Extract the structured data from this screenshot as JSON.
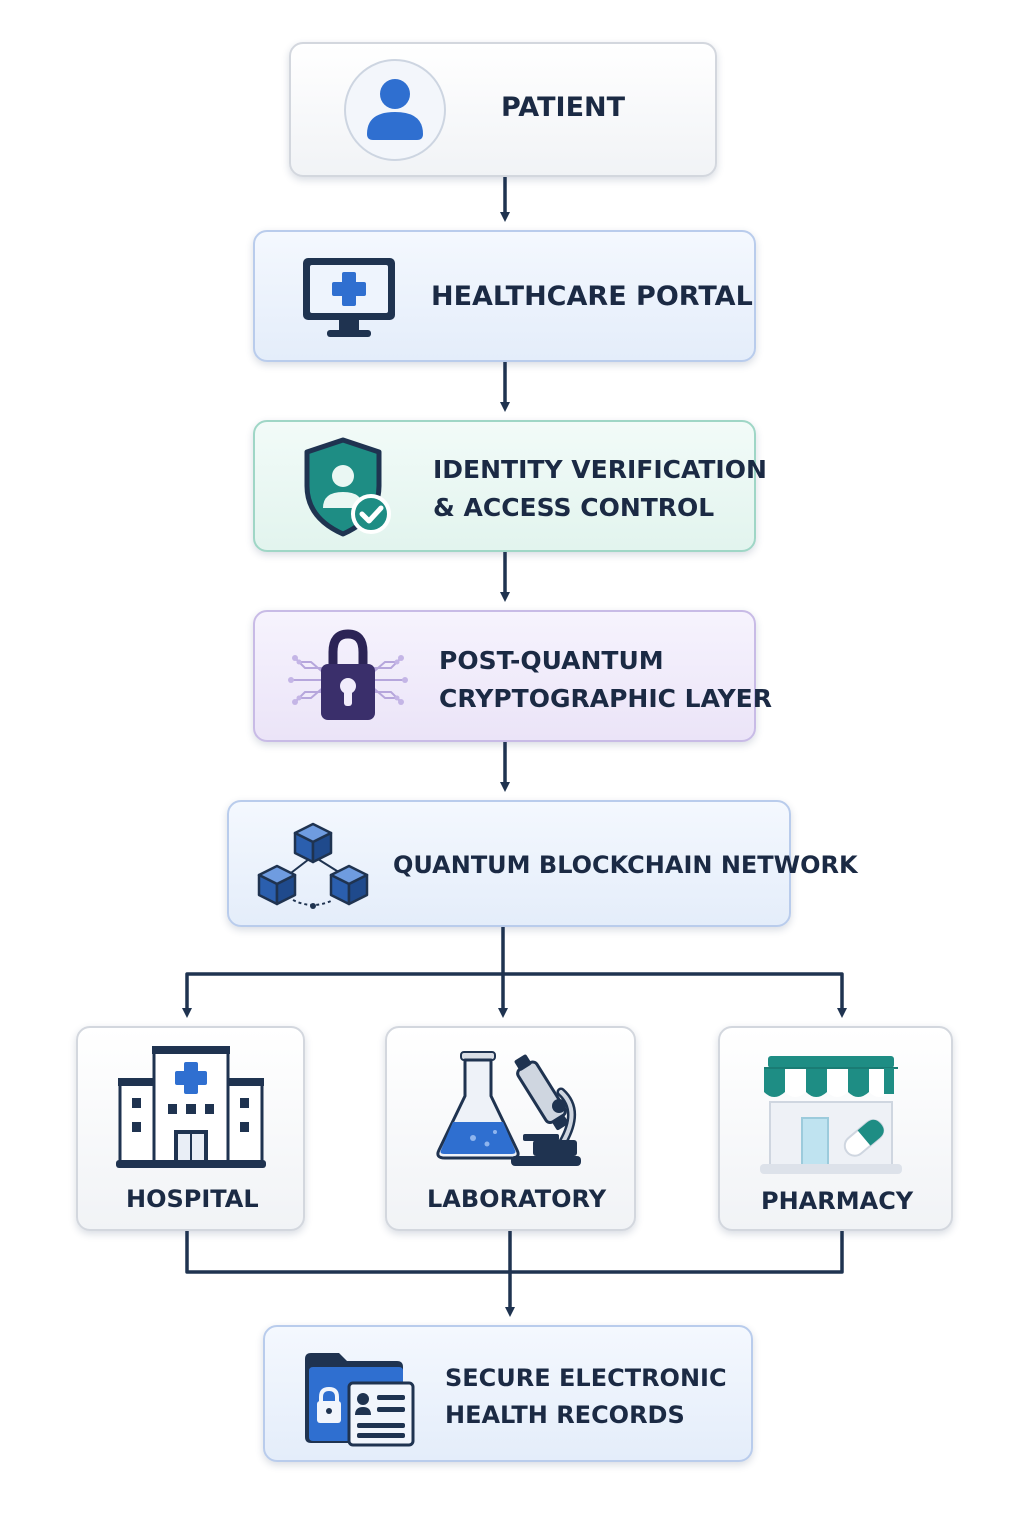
{
  "nodes": {
    "patient": {
      "label": "PATIENT"
    },
    "portal": {
      "label": "HEALTHCARE PORTAL"
    },
    "identity": {
      "line1": "IDENTITY VERIFICATION",
      "line2": "& ACCESS CONTROL"
    },
    "pqc": {
      "line1": "POST-QUANTUM",
      "line2": "CRYPTOGRAPHIC LAYER"
    },
    "blockchain": {
      "label": "QUANTUM BLOCKCHAIN NETWORK"
    },
    "hospital": {
      "label": "HOSPITAL"
    },
    "laboratory": {
      "label": "LABORATORY"
    },
    "pharmacy": {
      "label": "PHARMACY"
    },
    "ehr": {
      "line1": "SECURE ELECTRONIC",
      "line2": "HEALTH RECORDS"
    }
  },
  "icons": {
    "patient": "user-icon",
    "portal": "monitor-medical-cross-icon",
    "identity": "shield-user-check-icon",
    "pqc": "circuit-padlock-icon",
    "blockchain": "linked-cubes-icon",
    "hospital": "hospital-building-icon",
    "laboratory": "flask-microscope-icon",
    "pharmacy": "pharmacy-store-icon",
    "ehr": "folder-lock-record-icon"
  },
  "colors": {
    "text": "#1b2a44",
    "connector": "#1f3350",
    "accent_blue": "#2f6fd0",
    "accent_teal": "#1e8d84",
    "accent_purple": "#3a2f6b"
  }
}
